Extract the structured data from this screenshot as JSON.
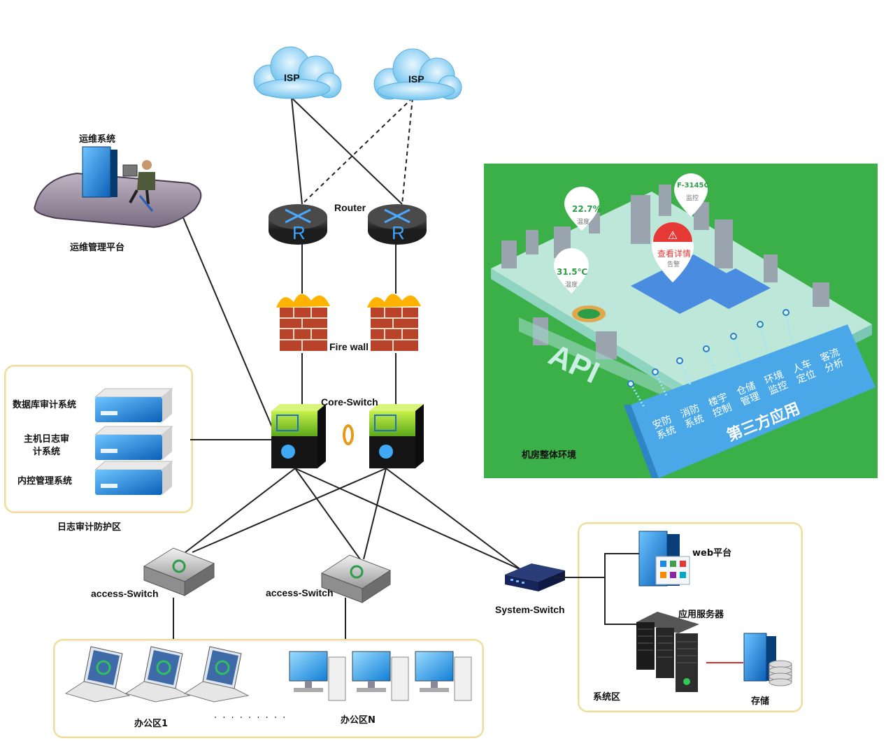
{
  "isp_clouds": [
    {
      "label": "ISP"
    },
    {
      "label": "ISP"
    }
  ],
  "router": {
    "label": "Router",
    "glyph": "R"
  },
  "firewall": {
    "label": "Fire wall"
  },
  "core_switch": {
    "label": "Core-Switch"
  },
  "ops": {
    "title": "运维系统",
    "platform": "运维管理平台"
  },
  "audit_zone": {
    "items": [
      "数据库审计系统",
      "主机日志审\n计系统",
      "内控管理系统"
    ],
    "zone_label": "日志审计防护区"
  },
  "access_switches": [
    {
      "label": "access-Switch"
    },
    {
      "label": "access-Switch"
    }
  ],
  "system_switch": {
    "label": "System-Switch"
  },
  "system_zone": {
    "web": "web平台",
    "app_server": "应用服务器",
    "storage": "存储",
    "zone_label": "系统区"
  },
  "office": {
    "zone1": "办公区1",
    "dots": "· · · · · · · · ·",
    "zoneN": "办公区N"
  },
  "datacenter": {
    "caption": "机房整体环境",
    "api": "API",
    "sensors": [
      {
        "value": "22.7%",
        "unit_label": "温度"
      },
      {
        "value": "F-3145C",
        "unit_label": "监控"
      },
      {
        "value": "31.5℃",
        "unit_label": "温度"
      }
    ],
    "alert": {
      "title": "查看详情",
      "sub": "告警"
    },
    "apps": [
      {
        "lines": [
          "安防",
          "系统"
        ]
      },
      {
        "lines": [
          "消防",
          "系统"
        ]
      },
      {
        "lines": [
          "楼宇",
          "控制"
        ]
      },
      {
        "lines": [
          "仓储",
          "管理"
        ]
      },
      {
        "lines": [
          "环境",
          "监控"
        ]
      },
      {
        "lines": [
          "人车",
          "定位"
        ]
      },
      {
        "lines": [
          "客流",
          "分析"
        ]
      }
    ],
    "third_party": "第三方应用",
    "colors": {
      "bg": "#3cb048",
      "api_blue": "#4aa8e8",
      "alert": "#e53935"
    }
  }
}
